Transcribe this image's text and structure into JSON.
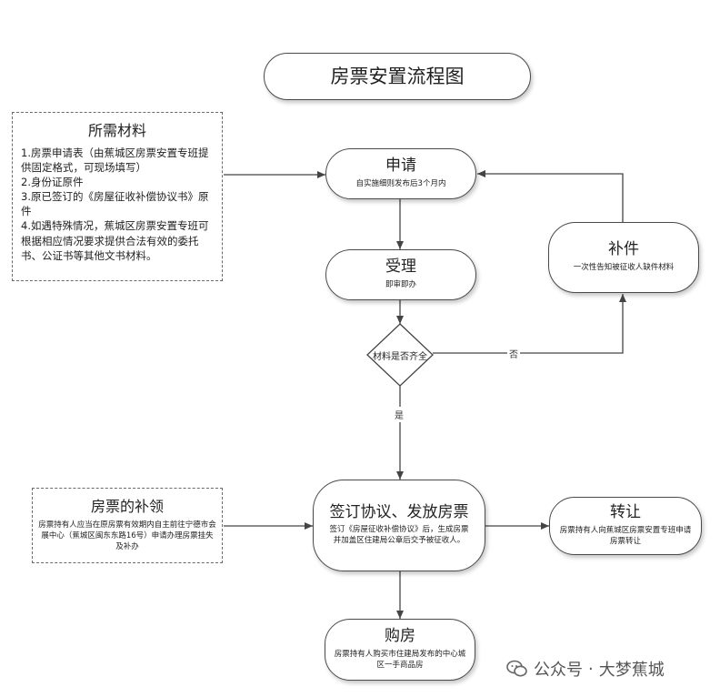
{
  "title": "房票安置流程图",
  "materials": {
    "heading": "所需材料",
    "items": [
      "1.房票申请表（由蕉城区房票安置专班提供固定格式，可现场填写）",
      "2.身份证原件",
      "3.原已签订的《房屋征收补偿协议书》原件",
      "4.如遇特殊情况，蕉城区房票安置专班可根据相应情况要求提供合法有效的委托书、公证书等其他文书材料。"
    ]
  },
  "apply": {
    "title": "申请",
    "note": "自实施细则发布后3个月内"
  },
  "accept": {
    "title": "受理",
    "note": "即审即办"
  },
  "decision": {
    "text": "材料是否齐全",
    "yes": "是",
    "no": "否"
  },
  "supplement": {
    "title": "补件",
    "note": "一次性告知被征收人缺件材料"
  },
  "sign": {
    "title": "签订协议、发放房票",
    "note": "签订《房屋征收补偿协议》后，生成房票并加盖区住建局公章后交予被征收人。"
  },
  "reissue": {
    "title": "房票的补领",
    "note": "房票持有人应当在原房票有效期内自主前往宁德市会展中心（蕉城区闽东东路16号）申请办理房票挂失及补办"
  },
  "transfer": {
    "title": "转让",
    "note": "房票持有人向蕉城区房票安置专班申请房票转让"
  },
  "purchase": {
    "title": "购房",
    "note": "房票持有人购买市住建局发布的中心城区一手商品房"
  },
  "watermark": {
    "prefix": "公众号",
    "separator": "·",
    "name": "大梦蕉城"
  }
}
